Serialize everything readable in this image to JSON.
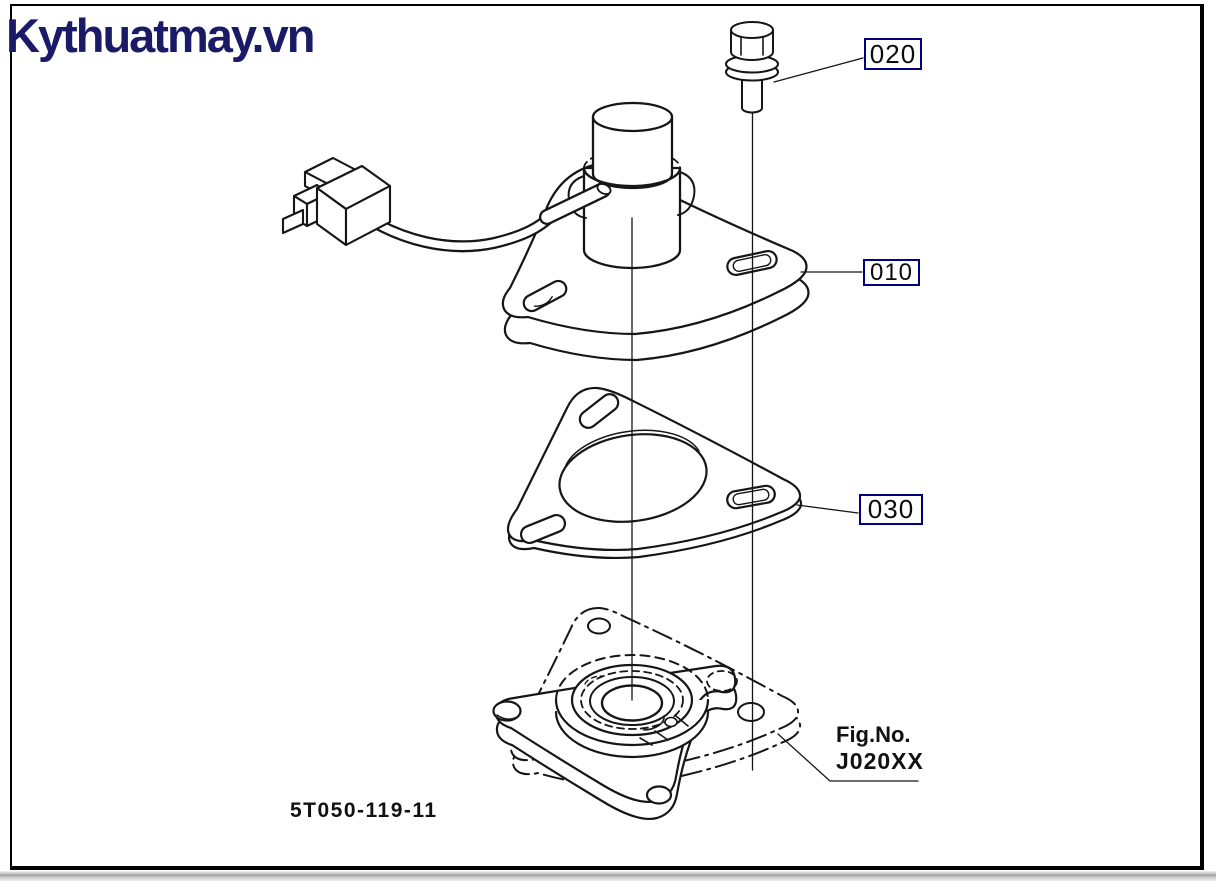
{
  "watermark": {
    "text": "Kythuatmay.vn",
    "color": "#1a1a66"
  },
  "callouts": [
    {
      "id": "020"
    },
    {
      "id": "010"
    },
    {
      "id": "030"
    }
  ],
  "fig": {
    "label": "Fig.No.",
    "value": "J020XX"
  },
  "drawing_number": "5T050-119-11",
  "colors": {
    "callout_border": "#000080",
    "line": "#161616",
    "background": "#ffffff"
  }
}
